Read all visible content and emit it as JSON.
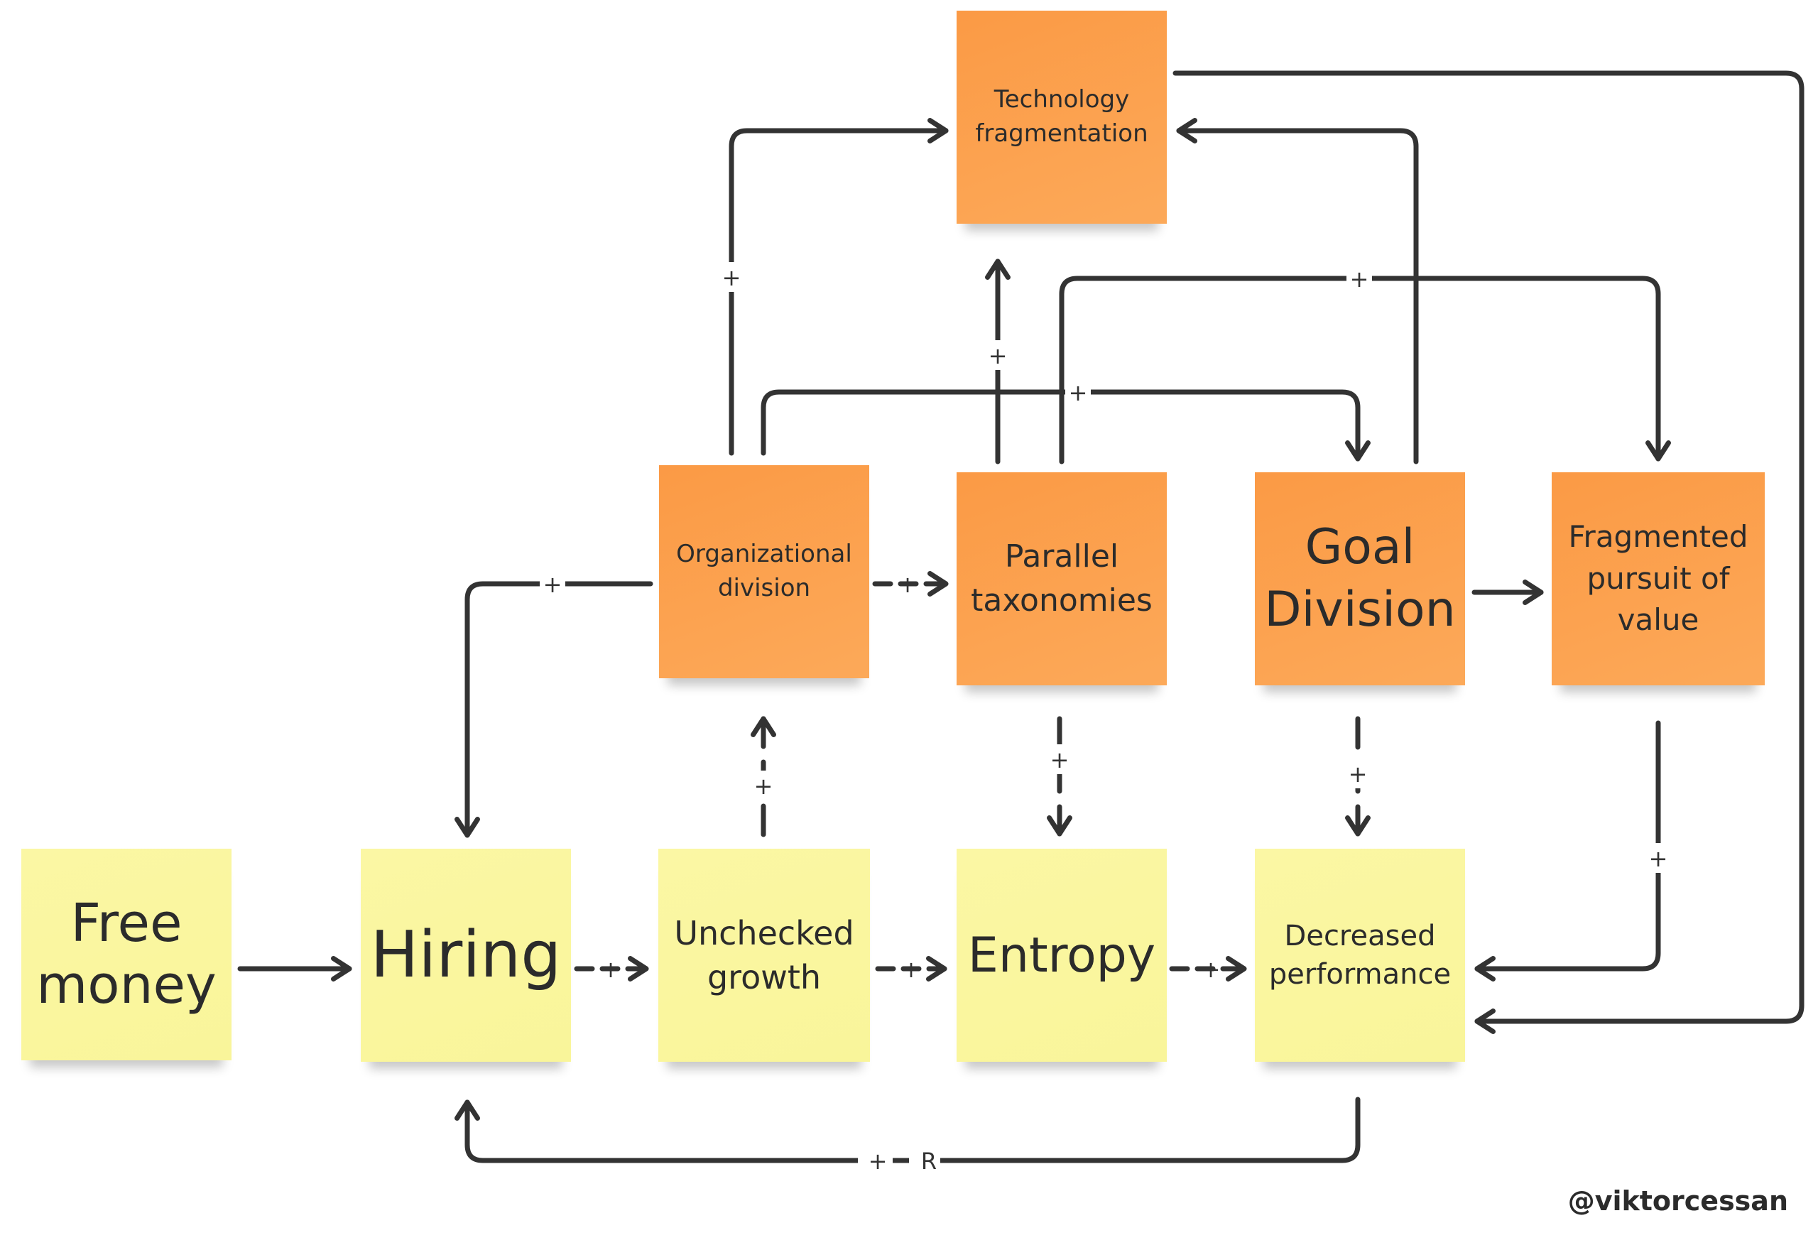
{
  "notes": {
    "free_money": "Free money",
    "hiring": "Hiring",
    "unchecked_growth": "Unchecked growth",
    "entropy": "Entropy",
    "decreased_performance": "Decreased performance",
    "organizational_division": "Organizational division",
    "parallel_taxonomies": "Parallel taxonomies",
    "goal_division": "Goal Division",
    "fragmented_pursuit": "Fragmented pursuit of value",
    "technology_fragmentation": "Technology fragmentation"
  },
  "links": {
    "plus": "+",
    "reinforcing": "R"
  },
  "handle": "@viktorcessan",
  "colors": {
    "yellow_note": "#fbf7a4",
    "orange_note": "#fca14f",
    "arrow": "#333333"
  }
}
